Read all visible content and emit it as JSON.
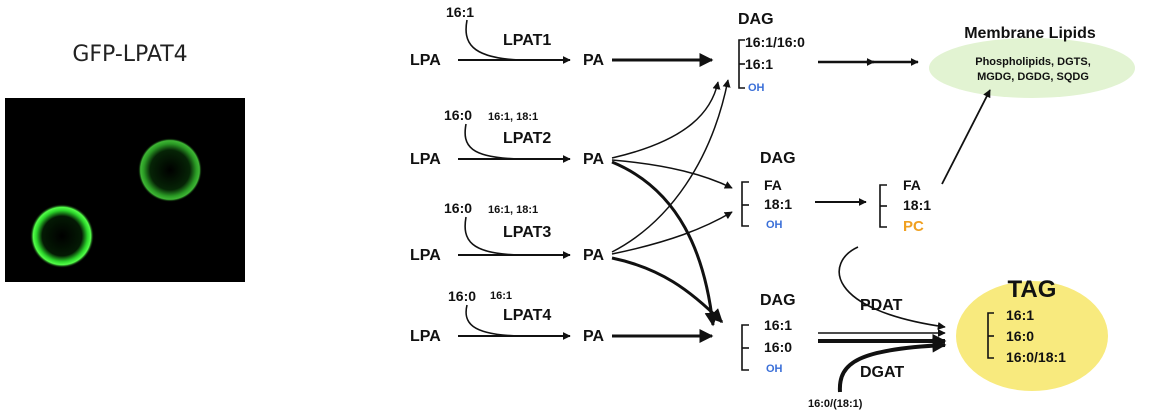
{
  "micrograph": {
    "title": "GFP-LPAT4"
  },
  "pathway": {
    "rows": [
      {
        "substrate": "LPA",
        "enzyme": "LPAT1",
        "product": "PA",
        "acyl_main": "16:1",
        "acyl_minor": ""
      },
      {
        "substrate": "LPA",
        "enzyme": "LPAT2",
        "product": "PA",
        "acyl_main": "16:0",
        "acyl_minor": "16:1, 18:1"
      },
      {
        "substrate": "LPA",
        "enzyme": "LPAT3",
        "product": "PA",
        "acyl_main": "16:0",
        "acyl_minor": "16:1, 18:1"
      },
      {
        "substrate": "LPA",
        "enzyme": "LPAT4",
        "product": "PA",
        "acyl_main": "16:0",
        "acyl_minor": "16:1"
      }
    ],
    "dag_top": {
      "label": "DAG",
      "chains": [
        "16:1/16:0",
        "16:1",
        "OH"
      ]
    },
    "dag_mid": {
      "label": "DAG",
      "chains": [
        "FA",
        "18:1",
        "OH"
      ]
    },
    "dag_bottom": {
      "label": "DAG",
      "chains": [
        "16:1",
        "16:0",
        "OH"
      ]
    },
    "pc": {
      "chains": [
        "FA",
        "18:1",
        "PC"
      ]
    },
    "membrane": {
      "title": "Membrane Lipids",
      "line1": "Phospholipids, DGTS,",
      "line2": "MGDG, DGDG, SQDG"
    },
    "tag": {
      "title": "TAG",
      "chains": [
        "16:1",
        "16:0",
        "16:0/18:1"
      ]
    },
    "enzymes": {
      "pdat": "PDAT",
      "dgat": "DGAT",
      "dgat_acyl": "16:0/(18:1)"
    },
    "colors": {
      "oh": "#3a6fd8",
      "pc": "#f0a020",
      "membrane_fill": "#e2f3d2",
      "tag_fill": "#f8ea7e",
      "gfp": "#39d52e"
    }
  }
}
